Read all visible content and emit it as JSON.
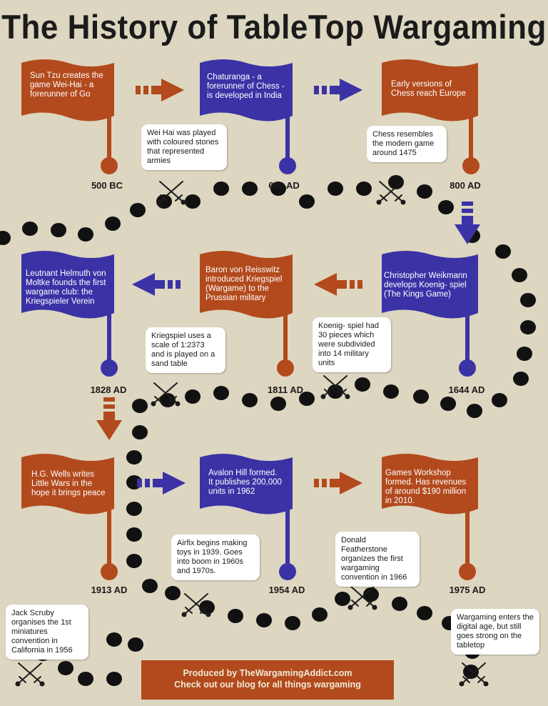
{
  "title": "The History of TableTop Wargaming",
  "colors": {
    "background": "#ddd6c0",
    "red": "#b24a1d",
    "blue": "#3b32a6",
    "dark": "#111111"
  },
  "flags": [
    {
      "text": "Sun Tzu creates the game Wei-Hai - a forerunner of Go",
      "year": "500 BC",
      "color": "red"
    },
    {
      "text": "Chaturanga - a forerunner of Chess - is developed in India",
      "year": "600 AD",
      "color": "blue"
    },
    {
      "text": "Early versions of Chess reach Europe",
      "year": "800 AD",
      "color": "red"
    },
    {
      "text": "Leutnant Helmuth von Moltke founds the first wargame club: the Kriegspieler Verein",
      "year": "1828 AD",
      "color": "blue"
    },
    {
      "text": "Baron von Reisswitz introduced Kriegspiel (Wargame) to the Prussian military",
      "year": "1811 AD",
      "color": "red"
    },
    {
      "text": "Christopher Weikmann develops Koenig- spiel (The Kings Game)",
      "year": "1644 AD",
      "color": "blue"
    },
    {
      "text": "H.G. Wells writes Little Wars in the hope it brings peace",
      "year": "1913 AD",
      "color": "red"
    },
    {
      "text": "Avalon Hill formed. It publishes 200,000 units in 1962",
      "year": "1954 AD",
      "color": "blue"
    },
    {
      "text": "Games Workshop formed. Has revenues of around $190 million in 2010.",
      "year": "1975 AD",
      "color": "red"
    }
  ],
  "notes": [
    "Wei Hai was played with coloured stones that represented armies",
    "Chess resembles the modern game around 1475",
    "Kriegspiel uses a scale of 1:2373 and is played on a sand table",
    "Koenig- spiel had 30 pieces which were subdivided into 14 military units",
    "Airfix begins making toys in 1939. Goes into boom in 1960s and 1970s.",
    "Donald Featherstone organizes the first wargaming convention in 1966",
    "Jack Scruby organises the 1st miniatures convention in California in 1956",
    "Wargaming enters the digital age, but still goes strong on the tabletop"
  ],
  "footer": {
    "line1": "Produced by TheWargamingAddict.com",
    "line2": "Check out our blog for all things wargaming"
  }
}
